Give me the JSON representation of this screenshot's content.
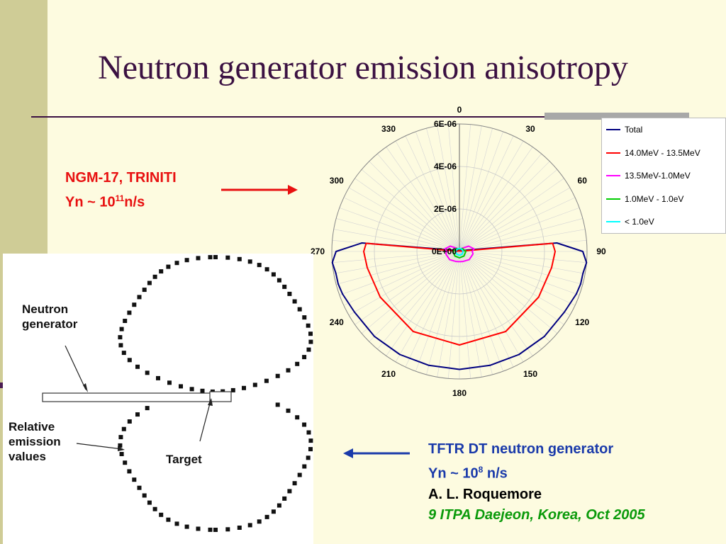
{
  "slide": {
    "title": "Neutron generator emission anisotropy"
  },
  "ngm": {
    "line1": "NGM-17, TRINITI",
    "yield_prefix": "Yn ~ 10",
    "yield_exp": "11",
    "yield_unit": "n/s"
  },
  "tftr": {
    "title": "TFTR DT neutron generator",
    "yield_prefix": "Yn ~ 10",
    "yield_exp": "8",
    "yield_unit": " n/s",
    "author": "A. L.  Roquemore",
    "reference": "9 ITPA Daejeon, Korea, Oct 2005"
  },
  "inset": {
    "label_generator": "Neutron generator",
    "label_target": "Target",
    "label_relative": "Relative emission values"
  },
  "colors": {
    "title": "#3b1142",
    "ngm_text": "#e81010",
    "tftr_text": "#1a3aaa",
    "reference_text": "#0a9a0a",
    "total": "#000080",
    "band1": "#ff0000",
    "band2": "#ff00ff",
    "band3": "#00cc00",
    "band4": "#00ffff"
  },
  "chart_data": {
    "type": "polar-line",
    "angle_unit": "deg",
    "angle_labels": [
      "0",
      "30",
      "60",
      "90",
      "120",
      "150",
      "180",
      "210",
      "240",
      "270",
      "300",
      "330"
    ],
    "radial_ticks": [
      0,
      2e-06,
      4e-06,
      6e-06
    ],
    "radial_tick_labels": [
      "0E+00",
      "2E-06",
      "4E-06",
      "6E-06"
    ],
    "rmax": 6e-06,
    "legend": {
      "position": "top-right"
    },
    "series": [
      {
        "name": "Total",
        "color": "#000080",
        "points": [
          [
            0,
            0
          ],
          [
            20,
            1e-07
          ],
          [
            45,
            1e-07
          ],
          [
            60,
            1e-07
          ],
          [
            75,
            1.2e-07
          ],
          [
            80,
            4e-07
          ],
          [
            85,
            4.6e-06
          ],
          [
            90,
            5.8e-06
          ],
          [
            95,
            6e-06
          ],
          [
            100,
            5.9e-06
          ],
          [
            105,
            5.9e-06
          ],
          [
            110,
            5.85e-06
          ],
          [
            120,
            5.7e-06
          ],
          [
            135,
            5.65e-06
          ],
          [
            150,
            5.6e-06
          ],
          [
            165,
            5.55e-06
          ],
          [
            180,
            5.55e-06
          ],
          [
            195,
            5.55e-06
          ],
          [
            210,
            5.6e-06
          ],
          [
            225,
            5.65e-06
          ],
          [
            240,
            5.7e-06
          ],
          [
            250,
            5.85e-06
          ],
          [
            255,
            5.9e-06
          ],
          [
            260,
            5.9e-06
          ],
          [
            265,
            6e-06
          ],
          [
            270,
            5.8e-06
          ],
          [
            275,
            4.6e-06
          ],
          [
            280,
            4e-07
          ],
          [
            285,
            1.2e-07
          ],
          [
            300,
            1e-07
          ],
          [
            315,
            1e-07
          ],
          [
            340,
            1e-07
          ],
          [
            360,
            0
          ]
        ]
      },
      {
        "name": "14.0MeV - 13.5MeV",
        "color": "#ff0000",
        "points": [
          [
            0,
            0
          ],
          [
            30,
            5e-08
          ],
          [
            60,
            5e-08
          ],
          [
            80,
            1e-07
          ],
          [
            85,
            4.4e-06
          ],
          [
            90,
            4.5e-06
          ],
          [
            100,
            4.4e-06
          ],
          [
            120,
            4.3e-06
          ],
          [
            150,
            4.35e-06
          ],
          [
            180,
            4.4e-06
          ],
          [
            210,
            4.35e-06
          ],
          [
            240,
            4.3e-06
          ],
          [
            260,
            4.4e-06
          ],
          [
            270,
            4.5e-06
          ],
          [
            275,
            4.4e-06
          ],
          [
            280,
            1e-07
          ],
          [
            300,
            5e-08
          ],
          [
            330,
            5e-08
          ],
          [
            360,
            0
          ]
        ]
      },
      {
        "name": "13.5MeV-1.0MeV",
        "color": "#ff00ff",
        "points": [
          [
            0,
            1e-07
          ],
          [
            30,
            1.5e-07
          ],
          [
            60,
            5e-07
          ],
          [
            80,
            7e-07
          ],
          [
            90,
            6e-07
          ],
          [
            100,
            6.5e-07
          ],
          [
            130,
            6e-07
          ],
          [
            160,
            5e-07
          ],
          [
            180,
            4.8e-07
          ],
          [
            200,
            5e-07
          ],
          [
            230,
            6e-07
          ],
          [
            260,
            6.5e-07
          ],
          [
            270,
            6e-07
          ],
          [
            280,
            7e-07
          ],
          [
            300,
            5e-07
          ],
          [
            330,
            1.5e-07
          ],
          [
            360,
            1e-07
          ]
        ]
      },
      {
        "name": "1.0MeV  -  1.0eV",
        "color": "#00cc00",
        "points": [
          [
            0,
            1e-07
          ],
          [
            45,
            2e-07
          ],
          [
            90,
            3e-07
          ],
          [
            135,
            3e-07
          ],
          [
            180,
            3e-07
          ],
          [
            225,
            3e-07
          ],
          [
            270,
            3e-07
          ],
          [
            315,
            2e-07
          ],
          [
            360,
            1e-07
          ]
        ]
      },
      {
        "name": "< 1.0eV",
        "color": "#00ffff",
        "points": [
          [
            0,
            1.5e-07
          ],
          [
            45,
            1.5e-07
          ],
          [
            90,
            1.8e-07
          ],
          [
            135,
            1.8e-07
          ],
          [
            180,
            1.8e-07
          ],
          [
            225,
            1.8e-07
          ],
          [
            270,
            1.8e-07
          ],
          [
            315,
            1.5e-07
          ],
          [
            360,
            1.5e-07
          ]
        ]
      }
    ]
  }
}
